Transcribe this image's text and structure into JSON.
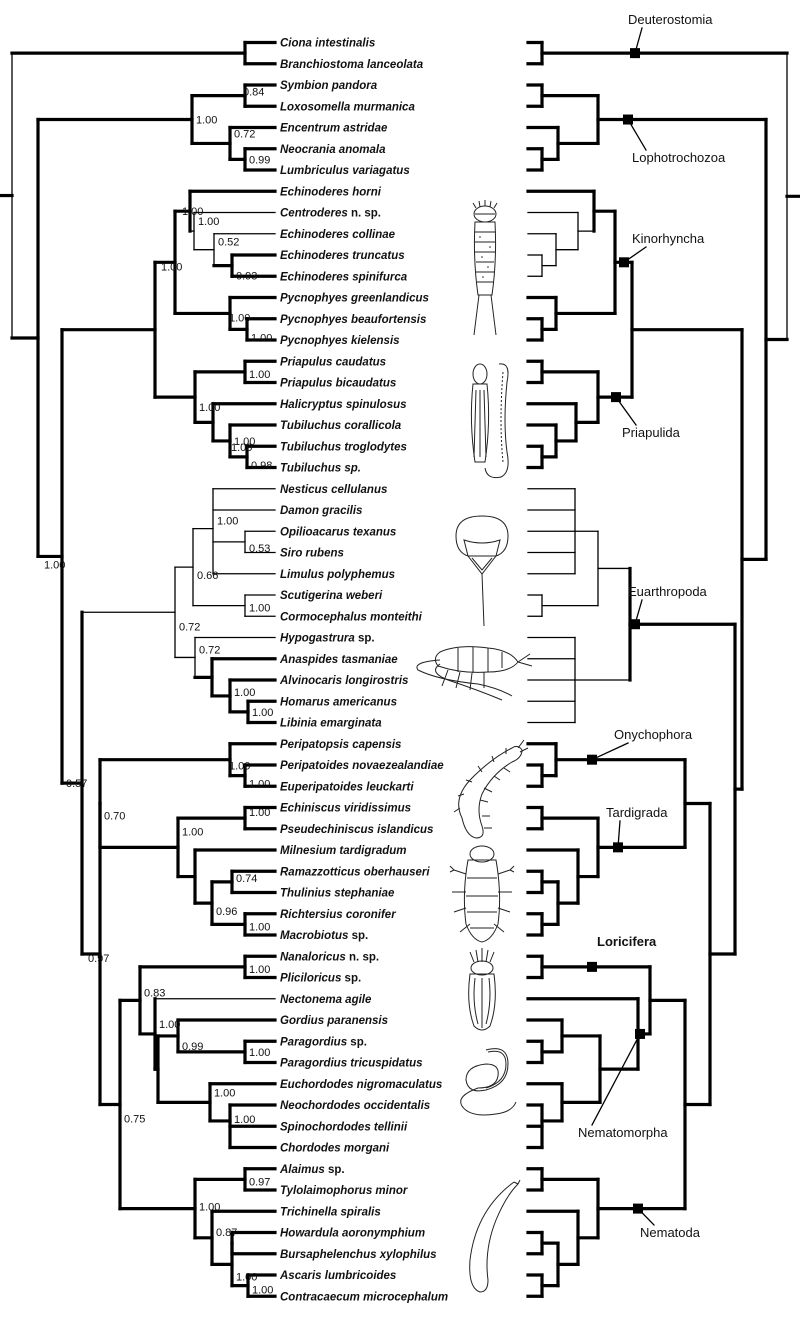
{
  "taxa": [
    {
      "name": "Ciona intestinalis",
      "suffix": ""
    },
    {
      "name": "Branchiostoma lanceolata",
      "suffix": ""
    },
    {
      "name": "Symbion pandora",
      "suffix": ""
    },
    {
      "name": "Loxosomella murmanica",
      "suffix": ""
    },
    {
      "name": "Encentrum astridae",
      "suffix": ""
    },
    {
      "name": "Neocrania anomala",
      "suffix": ""
    },
    {
      "name": "Lumbriculus variagatus",
      "suffix": ""
    },
    {
      "name": "Echinoderes horni",
      "suffix": ""
    },
    {
      "name": "Centroderes",
      "suffix": "n. sp."
    },
    {
      "name": "Echinoderes collinae",
      "suffix": ""
    },
    {
      "name": "Echinoderes truncatus",
      "suffix": ""
    },
    {
      "name": "Echinoderes spinifurca",
      "suffix": ""
    },
    {
      "name": "Pycnophyes greenlandicus",
      "suffix": ""
    },
    {
      "name": "Pycnophyes beaufortensis",
      "suffix": ""
    },
    {
      "name": "Pycnophyes kielensis",
      "suffix": ""
    },
    {
      "name": "Priapulus caudatus",
      "suffix": ""
    },
    {
      "name": "Priapulus bicaudatus",
      "suffix": ""
    },
    {
      "name": "Halicryptus spinulosus",
      "suffix": ""
    },
    {
      "name": "Tubiluchus corallicola",
      "suffix": ""
    },
    {
      "name": "Tubiluchus troglodytes",
      "suffix": ""
    },
    {
      "name": "Tubiluchus sp.",
      "suffix": ""
    },
    {
      "name": "Nesticus cellulanus",
      "suffix": ""
    },
    {
      "name": "Damon gracilis",
      "suffix": ""
    },
    {
      "name": "Opilioacarus texanus",
      "suffix": ""
    },
    {
      "name": "Siro rubens",
      "suffix": ""
    },
    {
      "name": "Limulus polyphemus",
      "suffix": ""
    },
    {
      "name": "Scutigerina weberi",
      "suffix": ""
    },
    {
      "name": "Cormocephalus monteithi",
      "suffix": ""
    },
    {
      "name": "Hypogastrura",
      "suffix": "sp."
    },
    {
      "name": "Anaspides tasmaniae",
      "suffix": ""
    },
    {
      "name": "Alvinocaris longirostris",
      "suffix": ""
    },
    {
      "name": "Homarus americanus",
      "suffix": ""
    },
    {
      "name": "Libinia emarginata",
      "suffix": ""
    },
    {
      "name": "Peripatopsis capensis",
      "suffix": ""
    },
    {
      "name": "Peripatoides novaezealandiae",
      "suffix": ""
    },
    {
      "name": "Euperipatoides leuckarti",
      "suffix": ""
    },
    {
      "name": "Echiniscus viridissimus",
      "suffix": ""
    },
    {
      "name": "Pseudechiniscus islandicus",
      "suffix": ""
    },
    {
      "name": "Milnesium tardigradum",
      "suffix": ""
    },
    {
      "name": "Ramazzotticus oberhauseri",
      "suffix": ""
    },
    {
      "name": "Thulinius stephaniae",
      "suffix": ""
    },
    {
      "name": "Richtersius coronifer",
      "suffix": ""
    },
    {
      "name": "Macrobiotus",
      "suffix": "sp."
    },
    {
      "name": "Nanaloricus",
      "suffix": "n. sp."
    },
    {
      "name": "Pliciloricus",
      "suffix": "sp."
    },
    {
      "name": "Nectonema agile",
      "suffix": ""
    },
    {
      "name": "Gordius paranensis",
      "suffix": ""
    },
    {
      "name": "Paragordius",
      "suffix": "sp."
    },
    {
      "name": "Paragordius tricuspidatus",
      "suffix": ""
    },
    {
      "name": "Euchordodes nigromaculatus",
      "suffix": ""
    },
    {
      "name": "Neochordodes occidentalis",
      "suffix": ""
    },
    {
      "name": "Spinochordodes tellinii",
      "suffix": ""
    },
    {
      "name": "Chordodes morgani",
      "suffix": ""
    },
    {
      "name": "Alaimus",
      "suffix": "sp."
    },
    {
      "name": "Tylolaimophorus minor",
      "suffix": ""
    },
    {
      "name": "Trichinella spiralis",
      "suffix": ""
    },
    {
      "name": "Howardula aoronymphium",
      "suffix": ""
    },
    {
      "name": "Bursaphelenchus xylophilus",
      "suffix": ""
    },
    {
      "name": "Ascaris lumbricoides",
      "suffix": ""
    },
    {
      "name": "Contracaecum microcephalum",
      "suffix": ""
    }
  ],
  "support_values": [
    {
      "id": "s1",
      "value": "0.84"
    },
    {
      "id": "s2",
      "value": "1.00"
    },
    {
      "id": "s3",
      "value": "0.72"
    },
    {
      "id": "s4",
      "value": "0.99"
    },
    {
      "id": "s5",
      "value": "1.00"
    },
    {
      "id": "s6",
      "value": "0.52"
    },
    {
      "id": "s7",
      "value": "0.93"
    },
    {
      "id": "s8",
      "value": "1.00"
    },
    {
      "id": "s9",
      "value": "1.00"
    },
    {
      "id": "s10",
      "value": "1.00"
    },
    {
      "id": "s11",
      "value": "1.00"
    },
    {
      "id": "s12",
      "value": "1.00"
    },
    {
      "id": "s13",
      "value": "1.00"
    },
    {
      "id": "s14",
      "value": "1.00"
    },
    {
      "id": "s15",
      "value": "1.00"
    },
    {
      "id": "s16",
      "value": "0.98"
    },
    {
      "id": "s17",
      "value": "1.00"
    },
    {
      "id": "s18",
      "value": "1.00"
    },
    {
      "id": "s19",
      "value": "0.53"
    },
    {
      "id": "s20",
      "value": "0.66"
    },
    {
      "id": "s21",
      "value": "1.00"
    },
    {
      "id": "s22",
      "value": "0.72"
    },
    {
      "id": "s23",
      "value": "0.72"
    },
    {
      "id": "s24",
      "value": "1.00"
    },
    {
      "id": "s25",
      "value": "1.00"
    },
    {
      "id": "s26",
      "value": "0.57"
    },
    {
      "id": "s27",
      "value": "0.97"
    },
    {
      "id": "s28",
      "value": "1.00"
    },
    {
      "id": "s29",
      "value": "1.00"
    },
    {
      "id": "s30",
      "value": "1.00"
    },
    {
      "id": "s31",
      "value": "1.00"
    },
    {
      "id": "s32",
      "value": "0.74"
    },
    {
      "id": "s33",
      "value": "0.96"
    },
    {
      "id": "s34",
      "value": "1.00"
    },
    {
      "id": "s35",
      "value": "0.70"
    },
    {
      "id": "s36",
      "value": "1.00"
    },
    {
      "id": "s37",
      "value": "0.83"
    },
    {
      "id": "s38",
      "value": "1.00"
    },
    {
      "id": "s39",
      "value": "1.00"
    },
    {
      "id": "s40",
      "value": "0.99"
    },
    {
      "id": "s41",
      "value": "1.00"
    },
    {
      "id": "s42",
      "value": "1.00"
    },
    {
      "id": "s43",
      "value": "0.75"
    },
    {
      "id": "s44",
      "value": "0.97"
    },
    {
      "id": "s45",
      "value": "1.00"
    },
    {
      "id": "s46",
      "value": "0.87"
    },
    {
      "id": "s47",
      "value": "1.00"
    },
    {
      "id": "s48",
      "value": "1.00"
    }
  ],
  "clades": [
    {
      "id": "deuterostomia",
      "label": "Deuterostomia",
      "bold": false
    },
    {
      "id": "lophotrochozoa",
      "label": "Lophotrochozoa",
      "bold": false
    },
    {
      "id": "kinorhyncha",
      "label": "Kinorhyncha",
      "bold": false
    },
    {
      "id": "priapulida",
      "label": "Priapulida",
      "bold": false
    },
    {
      "id": "euarthropoda",
      "label": "Euarthropoda",
      "bold": false
    },
    {
      "id": "onychophora",
      "label": "Onychophora",
      "bold": false
    },
    {
      "id": "tardigrada",
      "label": "Tardigrada",
      "bold": false
    },
    {
      "id": "loricifera",
      "label": "Loricifera",
      "bold": true
    },
    {
      "id": "nematomorpha",
      "label": "Nematomorpha",
      "bold": false
    },
    {
      "id": "nematoda",
      "label": "Nematoda",
      "bold": false
    }
  ],
  "illustrations": [
    {
      "id": "kinorhynch",
      "icon": "kinorhynch-drawing"
    },
    {
      "id": "priapulid",
      "icon": "priapulid-drawing"
    },
    {
      "id": "horseshoe-crab",
      "icon": "horseshoe-crab-drawing"
    },
    {
      "id": "shrimp",
      "icon": "shrimp-drawing"
    },
    {
      "id": "velvet-worm",
      "icon": "velvet-worm-drawing"
    },
    {
      "id": "tardigrade",
      "icon": "tardigrade-drawing"
    },
    {
      "id": "loriciferan",
      "icon": "loriciferan-drawing"
    },
    {
      "id": "horsehair-worm",
      "icon": "horsehair-worm-drawing"
    },
    {
      "id": "nematode",
      "icon": "nematode-drawing"
    }
  ],
  "colors": {
    "line": "#000000",
    "text": "#111111",
    "background": "#ffffff"
  }
}
